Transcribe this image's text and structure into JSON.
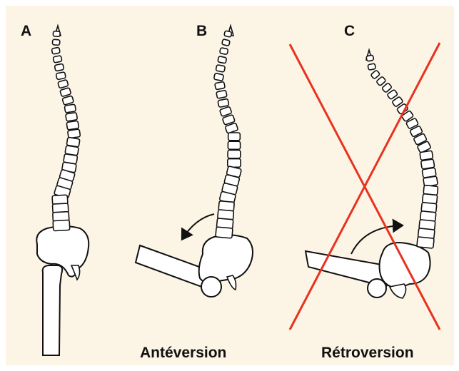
{
  "panels": [
    {
      "letter": "A",
      "caption": ""
    },
    {
      "letter": "B",
      "caption": "Antéversion"
    },
    {
      "letter": "C",
      "caption": "Rétroversion"
    }
  ],
  "colors": {
    "background": "#fcf5e5",
    "bone_fill": "#ffffff",
    "bone_stroke": "#111111",
    "cross": "#e8321f"
  },
  "icons": [
    "spine-illustration",
    "pelvis-illustration",
    "femur-illustration",
    "rotation-arrow-icon",
    "cross-out-icon"
  ]
}
